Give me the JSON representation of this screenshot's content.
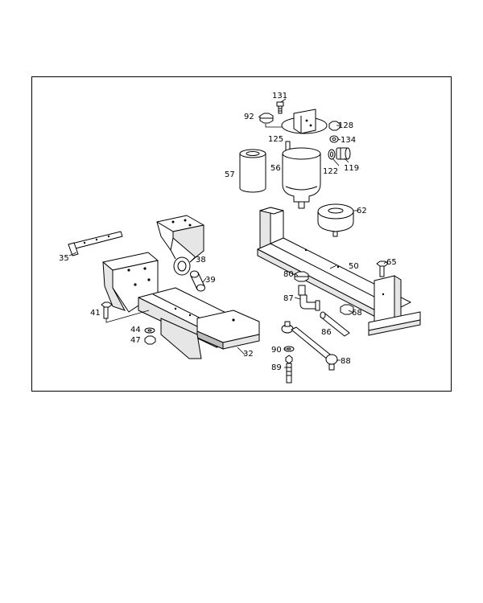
{
  "diagram": {
    "callouts": [
      {
        "id": "131",
        "text": "131"
      },
      {
        "id": "92",
        "text": "92"
      },
      {
        "id": "128",
        "text": "128"
      },
      {
        "id": "125",
        "text": "125"
      },
      {
        "id": "134",
        "text": "134"
      },
      {
        "id": "57",
        "text": "57"
      },
      {
        "id": "56",
        "text": "56"
      },
      {
        "id": "122",
        "text": "122"
      },
      {
        "id": "119",
        "text": "119"
      },
      {
        "id": "62",
        "text": "62"
      },
      {
        "id": "35",
        "text": "35"
      },
      {
        "id": "38",
        "text": "38"
      },
      {
        "id": "39",
        "text": "39"
      },
      {
        "id": "50",
        "text": "50"
      },
      {
        "id": "65",
        "text": "65"
      },
      {
        "id": "80",
        "text": "80"
      },
      {
        "id": "41",
        "text": "41"
      },
      {
        "id": "87",
        "text": "87"
      },
      {
        "id": "68",
        "text": "68"
      },
      {
        "id": "44",
        "text": "44"
      },
      {
        "id": "86",
        "text": "86"
      },
      {
        "id": "47",
        "text": "47"
      },
      {
        "id": "32",
        "text": "32"
      },
      {
        "id": "90",
        "text": "90"
      },
      {
        "id": "88",
        "text": "88"
      },
      {
        "id": "89",
        "text": "89"
      }
    ]
  }
}
